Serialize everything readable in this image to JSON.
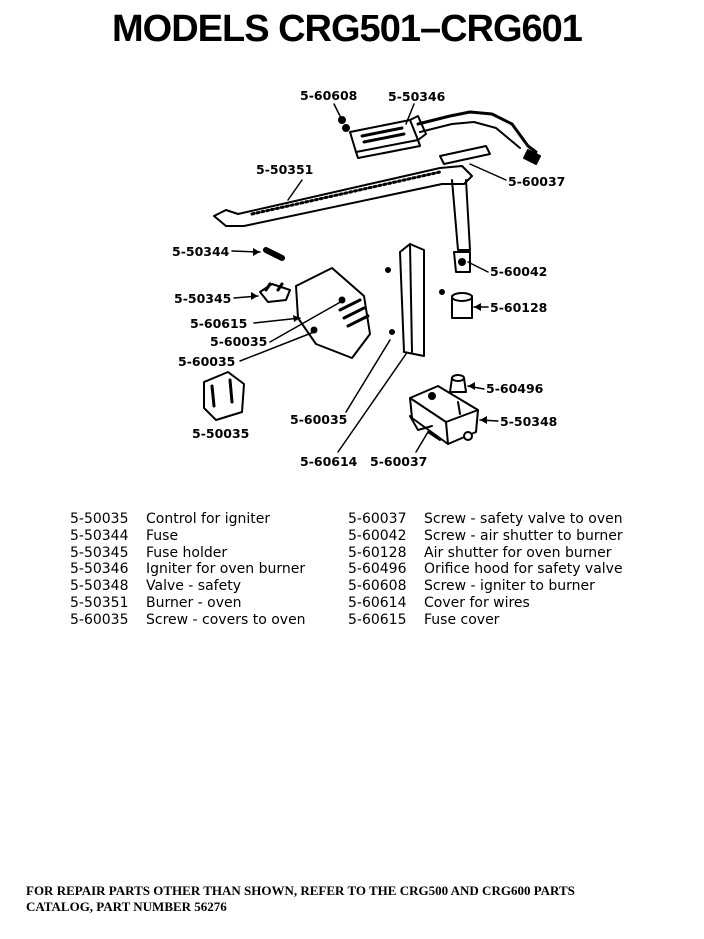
{
  "title": "MODELS CRG501–CRG601",
  "callouts": [
    "5-60608",
    "5-50346",
    "5-50351",
    "5-60037",
    "5-50344",
    "5-60042",
    "5-50345",
    "5-60128",
    "5-60615",
    "5-60035",
    "5-60035",
    "5-60496",
    "5-50035",
    "5-60035",
    "5-50348",
    "5-60614",
    "5-60037"
  ],
  "parts_left": [
    {
      "number": "5-50035",
      "description": "Control for igniter"
    },
    {
      "number": "5-50344",
      "description": "Fuse"
    },
    {
      "number": "5-50345",
      "description": "Fuse holder"
    },
    {
      "number": "5-50346",
      "description": "Igniter for oven burner"
    },
    {
      "number": "5-50348",
      "description": "Valve - safety"
    },
    {
      "number": "5-50351",
      "description": "Burner - oven"
    },
    {
      "number": "5-60035",
      "description": "Screw - covers to oven"
    }
  ],
  "parts_right": [
    {
      "number": "5-60037",
      "description": "Screw - safety valve to oven"
    },
    {
      "number": "5-60042",
      "description": "Screw - air shutter to burner"
    },
    {
      "number": "5-60128",
      "description": "Air shutter for oven burner"
    },
    {
      "number": "5-60496",
      "description": "Orifice hood for safety valve"
    },
    {
      "number": "5-60608",
      "description": "Screw - igniter to burner"
    },
    {
      "number": "5-60614",
      "description": "Cover for wires"
    },
    {
      "number": "5-60615",
      "description": "Fuse cover"
    }
  ],
  "footer": {
    "line1": "FOR REPAIR PARTS OTHER THAN SHOWN, REFER TO THE CRG500 AND CRG600 PARTS",
    "line2": "CATALOG, PART NUMBER 56276"
  }
}
